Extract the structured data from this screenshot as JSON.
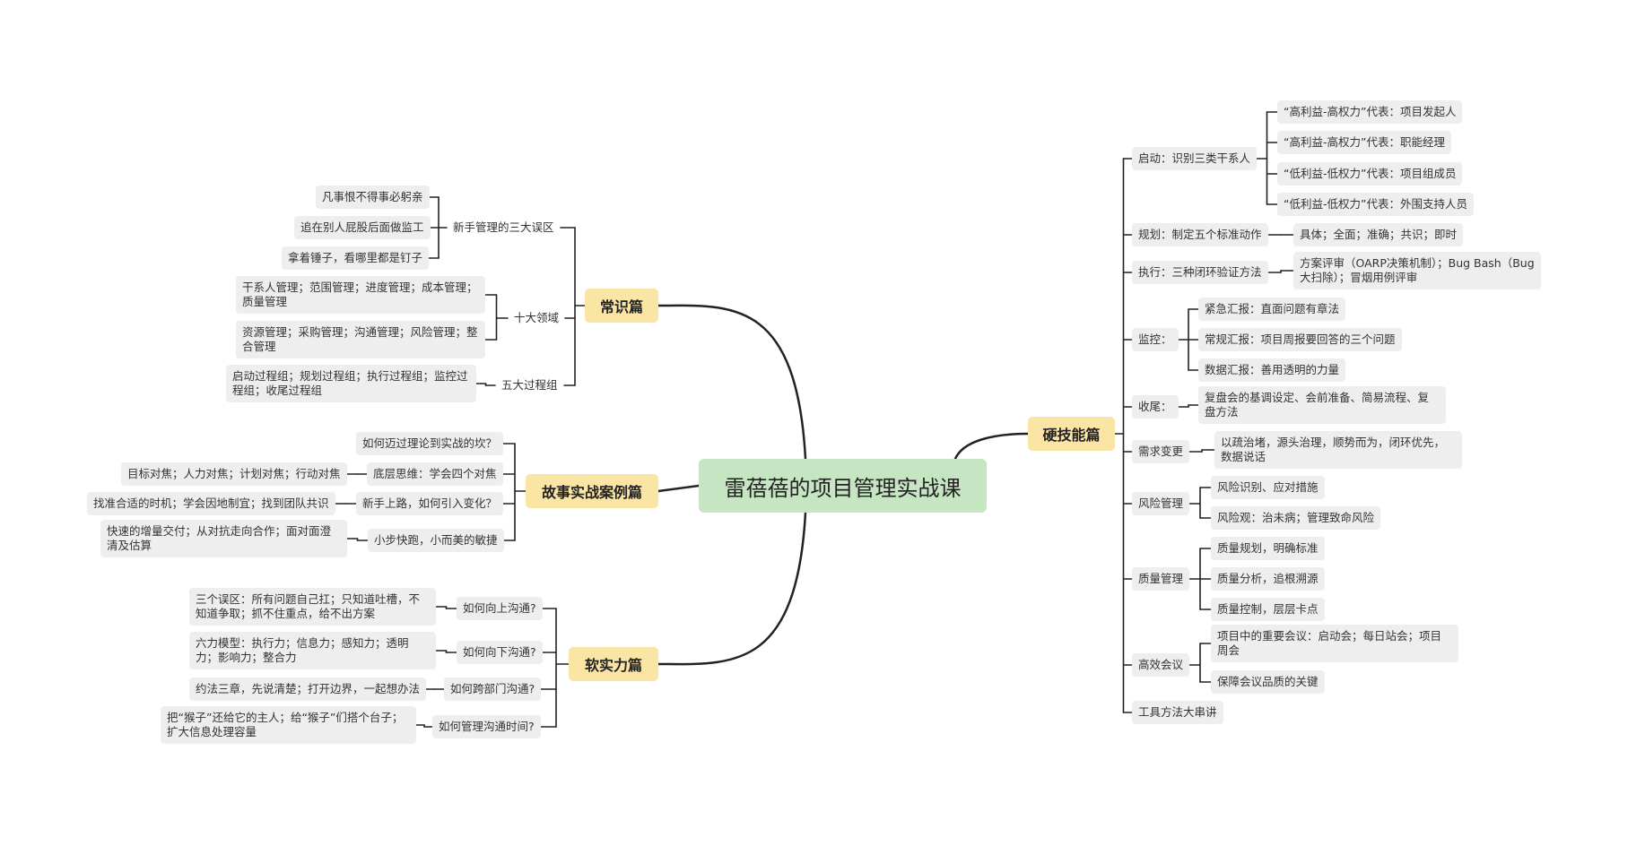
{
  "root": {
    "title": "雷蓓蓓的项目管理实战课"
  },
  "branches": {
    "changshi": "常识篇",
    "gushi": "故事实战案例篇",
    "ruanshili": "软实力篇",
    "yingjineng": "硬技能篇"
  },
  "changshi": {
    "xinshou": "新手管理的三大误区",
    "xinshou_items": [
      "凡事恨不得事必躬亲",
      "追在别人屁股后面做监工",
      "拿着锤子，看哪里都是钉子"
    ],
    "shida": "十大领域",
    "shida_items": [
      "干系人管理；范围管理；进度管理；成本管理；质量管理",
      "资源管理；采购管理；沟通管理；风险管理；整合管理"
    ],
    "wuda": "五大过程组",
    "wuda_items": [
      "启动过程组；规划过程组；执行过程组；监控过程组；收尾过程组"
    ]
  },
  "gushi": {
    "items": [
      "如何迈过理论到实战的坎？",
      "底层思维：学会四个对焦",
      "新手上路，如何引入变化？",
      "小步快跑，小而美的敏捷"
    ],
    "details": [
      "目标对焦；人力对焦；计划对焦；行动对焦",
      "找准合适的时机；学会因地制宜；找到团队共识",
      "快速的增量交付；从对抗走向合作；面对面澄清及估算"
    ]
  },
  "ruanshili": {
    "items": [
      "如何向上沟通?",
      "如何向下沟通?",
      "如何跨部门沟通?",
      "如何管理沟通时间?"
    ],
    "details": [
      "三个误区：所有问题自己扛；只知道吐槽，不知道争取；抓不住重点，给不出方案",
      "六力模型：执行力；信息力；感知力；透明力；影响力；整合力",
      "约法三章，先说清楚；打开边界，一起想办法",
      "把“猴子”还给它的主人；给“猴子”们搭个台子；扩大信息处理容量"
    ]
  },
  "yingjineng": {
    "qidong": "启动：识别三类干系人",
    "qidong_items": [
      "“高利益-高权力”代表：项目发起人",
      "“高利益-高权力”代表：职能经理",
      "“低利益-低权力”代表：项目组成员",
      "“低利益-低权力”代表：外围支持人员"
    ],
    "guihua": "规划：制定五个标准动作",
    "guihua_items": [
      "具体；全面；准确；共识；即时"
    ],
    "zhixing": "执行：三种闭环验证方法",
    "zhixing_items": [
      "方案评审（OARP决策机制）；Bug Bash（Bug大扫除）；冒烟用例评审"
    ],
    "jiankong": "监控：",
    "jiankong_items": [
      "紧急汇报：直面问题有章法",
      "常规汇报：项目周报要回答的三个问题",
      "数据汇报：善用透明的力量"
    ],
    "shouwei": "收尾：",
    "shouwei_items": [
      "复盘会的基调设定、会前准备、简易流程、复盘方法"
    ],
    "xuqiu": "需求变更",
    "xuqiu_items": [
      "以疏治堵，源头治理，顺势而为，闭环优先，数据说话"
    ],
    "fengxian": "风险管理",
    "fengxian_items": [
      "风险识别、应对措施",
      "风险观：治未病；管理致命风险"
    ],
    "zhiliang": "质量管理",
    "zhiliang_items": [
      "质量规划，明确标准",
      "质量分析，追根溯源",
      "质量控制，层层卡点"
    ],
    "huiyi": "高效会议",
    "huiyi_items": [
      "项目中的重要会议：启动会；每日站会；项目周会",
      "保障会议品质的关键"
    ],
    "gongju": "工具方法大串讲"
  },
  "colors": {
    "root": "#c6e6c3",
    "branch": "#fbe5a4",
    "leaf": "#eeeeee",
    "line": "#222222"
  }
}
